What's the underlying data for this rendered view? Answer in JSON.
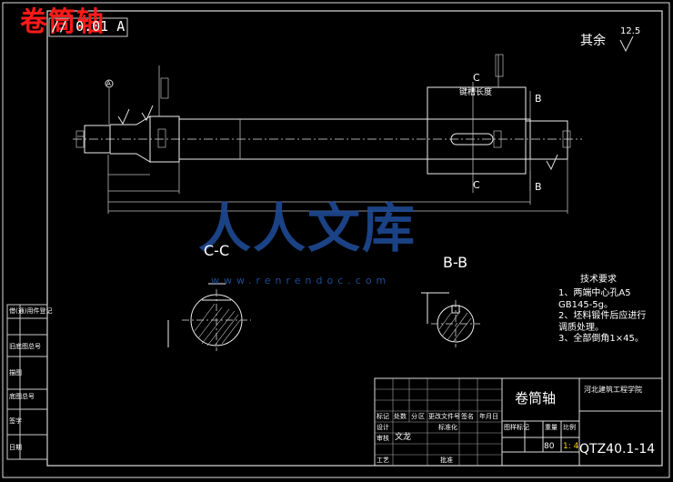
{
  "title_stamp": "卷筒轴",
  "geometric_tolerance": "// 0.01 A",
  "surface_note": {
    "label": "其余",
    "roughness": "12.5"
  },
  "datum_label": "A",
  "section_labels": {
    "cc": "C-C",
    "bb": "B-B",
    "c_upper": "C",
    "c_lower": "C",
    "b_upper": "B",
    "b_lower": "B",
    "keyway_length": "键槽长度"
  },
  "watermark": {
    "text": "人人文库",
    "url": "www.renrendoc.com"
  },
  "technical_requirements": {
    "heading": "技术要求",
    "items": [
      "1、两端中心孔A5",
      "GB145-5g。",
      "2、坯料锻件后应进行",
      "调质处理。",
      "3、全部倒角1×45。"
    ]
  },
  "title_block": {
    "part_name": "卷筒轴",
    "school": "河北建筑工程学院",
    "drawing_code": "QTZ40.1-14",
    "scale_value": "80",
    "scale_ratio": "1: 4",
    "row_labels": [
      "标记",
      "处数",
      "分",
      "区",
      "更改文件号",
      "签名",
      "年月日"
    ],
    "designer_label": "设计",
    "standard_label": "标准化",
    "checker_label": "审核",
    "process_label": "工艺",
    "approve_label": "批准",
    "designer_name": "文龙",
    "stage_label": "图样标记",
    "weight_label": "重量",
    "scale_label": "比例"
  },
  "side_strip": [
    "借(通)用件登记",
    "旧底图总号",
    "描图",
    "底图总号",
    "签字",
    "日期"
  ]
}
